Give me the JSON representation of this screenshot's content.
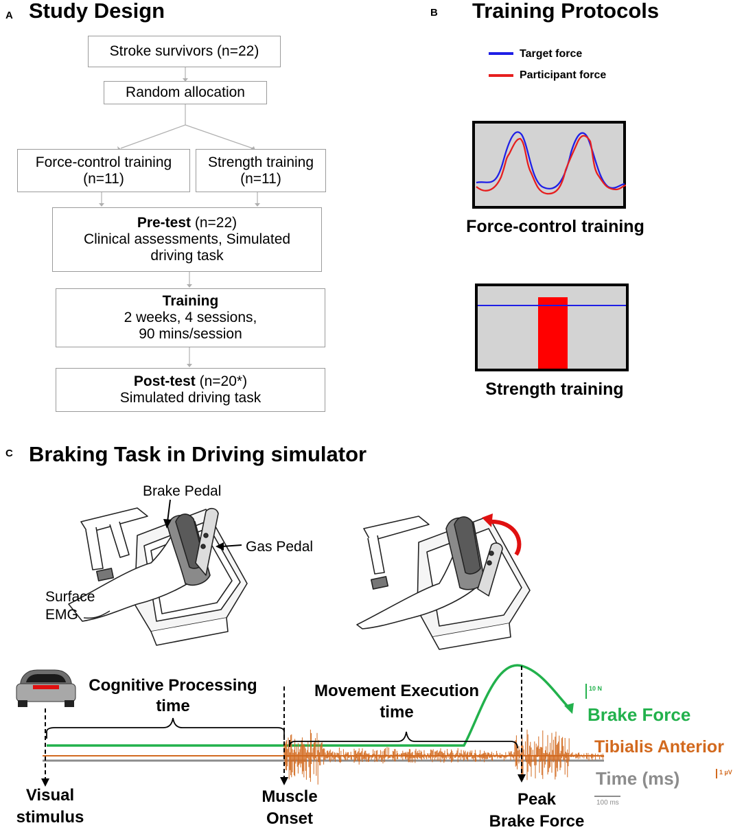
{
  "panel_a": {
    "letter": "A",
    "title": "Study Design",
    "box_survivors": "Stroke survivors (n=22)",
    "box_random": "Random allocation",
    "box_force": {
      "line1": "Force-control training",
      "line2": "(n=11)"
    },
    "box_strength": {
      "line1": "Strength training",
      "line2": "(n=11)"
    },
    "box_pretest": {
      "bold": "Pre-test",
      "rest": " (n=22)",
      "line2": "Clinical assessments, Simulated",
      "line3": "driving task"
    },
    "box_training": {
      "bold": "Training",
      "line2": "2 weeks, 4 sessions,",
      "line3": "90 mins/session"
    },
    "box_posttest": {
      "bold": "Post-test",
      "rest": " (n=20*)",
      "line2": "Simulated driving task"
    }
  },
  "panel_b": {
    "letter": "B",
    "title": "Training Protocols",
    "legend": [
      {
        "label": "Target force",
        "color": "#1f1fe6"
      },
      {
        "label": "Participant force",
        "color": "#e61f1f"
      }
    ],
    "caption_force": "Force-control training",
    "caption_strength": "Strength training"
  },
  "panel_c": {
    "letter": "C",
    "title": "Braking Task in Driving simulator",
    "label_brake_pedal": "Brake Pedal",
    "label_gas_pedal": "Gas Pedal",
    "label_emg_1": "Surface",
    "label_emg_2": "EMG",
    "timeline": {
      "cognitive_1": "Cognitive Processing",
      "cognitive_2": "time",
      "movement_1": "Movement Execution",
      "movement_2": "time",
      "visual_1": "Visual",
      "visual_2": "stimulus",
      "muscle_1": "Muscle",
      "muscle_2": "Onset",
      "peak_1": "Peak",
      "peak_2": "Brake Force",
      "brake_force": "Brake Force",
      "tibialis": "Tibialis Anterior",
      "time": "Time (ms)",
      "scale_force": "10 N",
      "scale_emg": "1 µV",
      "scale_time": "100 ms"
    },
    "colors": {
      "brake_force": "#22b14c",
      "tibialis": "#d2691e",
      "time": "#8c8c8c"
    }
  }
}
